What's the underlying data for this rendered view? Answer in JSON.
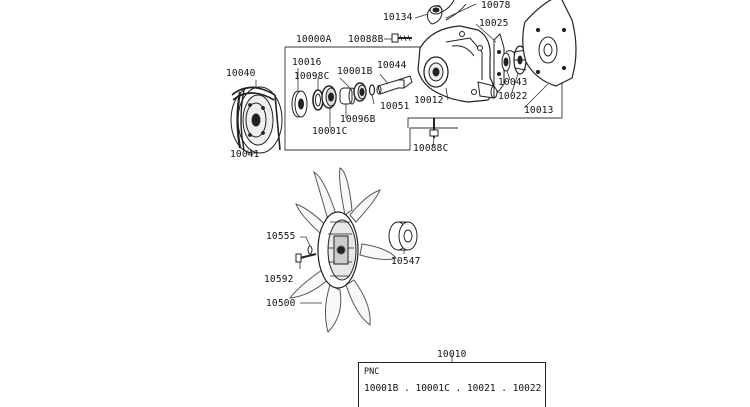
{
  "labels": {
    "p10134": "10134",
    "p10078": "10078",
    "p10025": "10025",
    "p10000A": "10000A",
    "p10088B": "10088B",
    "p10016": "10016",
    "p10040": "10040",
    "p10098C": "10098C",
    "p10001B": "10001B",
    "p10044": "10044",
    "p10043": "10043",
    "p10022": "10022",
    "p10012": "10012",
    "p10051": "10051",
    "p10096B": "10096B",
    "p10001C": "10001C",
    "p10013": "10013",
    "p10041": "10041",
    "p10088C": "10088C",
    "p10555": "10555",
    "p10547": "10547",
    "p10592": "10592",
    "p10500": "10500",
    "p10010": "10010"
  },
  "pnc_box": {
    "title": "PNC",
    "list": "10001B . 10001C . 10021 . 10022"
  }
}
